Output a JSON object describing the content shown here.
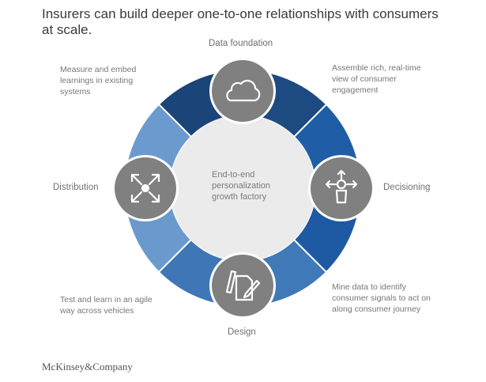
{
  "title": "Insurers can build deeper one-to-one relationships with consumers at scale.",
  "center_text": [
    "End-to-end",
    "personalization",
    "growth factory"
  ],
  "nodes": [
    {
      "label": "Data foundation",
      "icon": "cloud-icon"
    },
    {
      "label": "Decisioning",
      "icon": "person-arrows-icon"
    },
    {
      "label": "Design",
      "icon": "ruler-pencil-document-icon"
    },
    {
      "label": "Distribution",
      "icon": "expand-arrows-icon"
    }
  ],
  "descriptions": {
    "top_left": [
      "Measure and embed",
      "learnings in existing",
      "systems"
    ],
    "top_right": [
      "Assemble rich, real-time",
      "view of consumer",
      "engagement"
    ],
    "bottom_right": [
      "Mine data to identify",
      "consumer signals to act on",
      "along consumer journey"
    ],
    "bottom_left": [
      "Test and learn in an agile",
      "way across vehicles"
    ]
  },
  "segment_colors": [
    "#1f5ea6",
    "#1d4a80",
    "#1b4478",
    "#6b9bce",
    "#6a9acd",
    "#3e76b6",
    "#3f79b8",
    "#1e5aa3"
  ],
  "logo": "McKinsey&Company"
}
